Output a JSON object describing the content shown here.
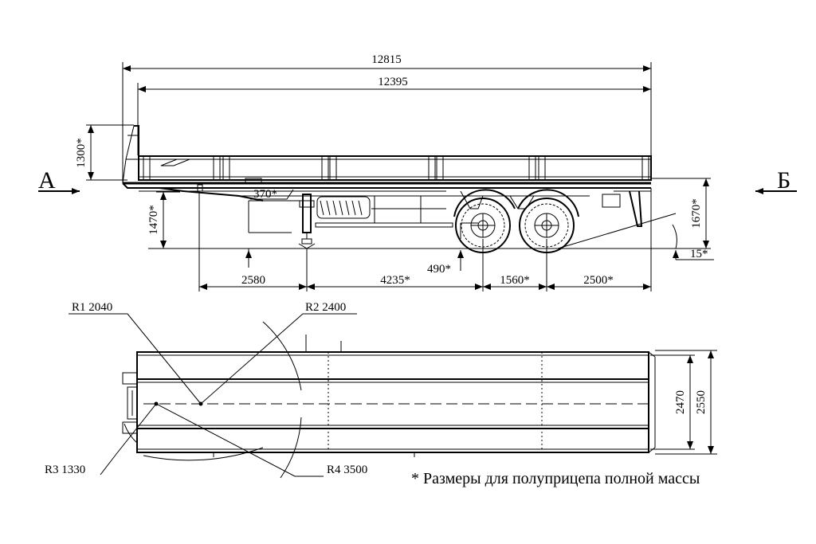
{
  "view_labels": {
    "left": "А",
    "right": "Б"
  },
  "side_dims": {
    "overall_length": "12815",
    "platform_length": "12395",
    "board_height": "1300*",
    "coupling_height": "1470*",
    "kingpin_offset": "370*",
    "platform_height": "1670*",
    "rear_angle": "15*",
    "axle_radius": "490*",
    "dim_2580": "2580",
    "dim_4235": "4235*",
    "dim_1560": "1560*",
    "dim_2500": "2500*"
  },
  "top_dims": {
    "r1": "R1 2040",
    "r2": "R2 2400",
    "r3": "R3 1330",
    "r4": "R4 3500",
    "inner_width": "2470",
    "outer_width": "2550"
  },
  "footnote": "* Размеры для полуприцепа полной массы"
}
